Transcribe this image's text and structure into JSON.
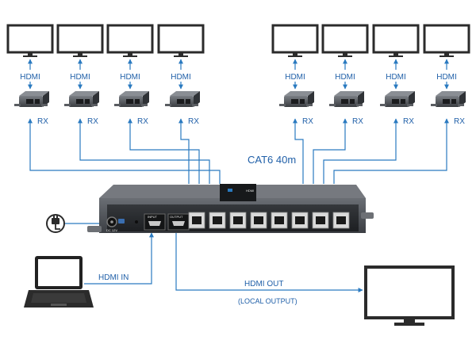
{
  "labels": {
    "hdmi": "HDMI",
    "rx": "RX",
    "cable": "CAT6  40m",
    "hdmi_in": "HDMI IN",
    "hdmi_out": "HDMI OUT",
    "local_output": "(LOCAL OUTPUT)"
  },
  "device": {
    "dc_label": "DC 12V",
    "input_label": "INPUT",
    "output_label": "OUTPUT",
    "logo": "HDMI"
  },
  "colors": {
    "line": "#2a7ac0",
    "device_body": "#4a4d52",
    "screen": "#ffffff",
    "frame": "#2b2b2b"
  }
}
